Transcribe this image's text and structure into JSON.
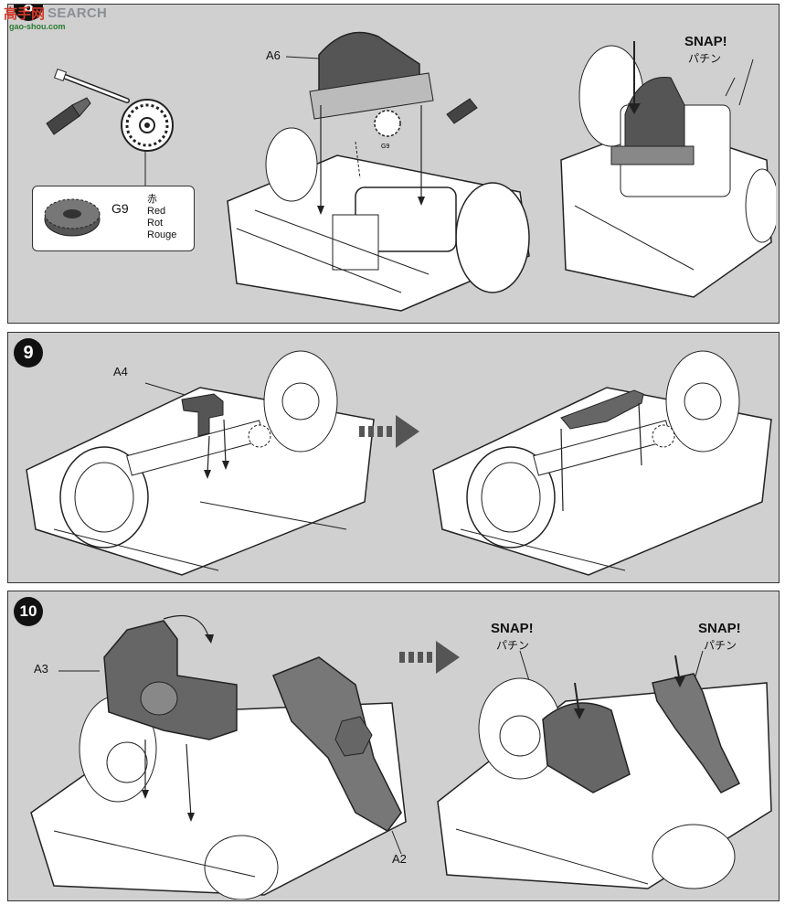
{
  "watermark": {
    "logo": "高手网",
    "text": "SEARCH",
    "sub": "gao-shou.com"
  },
  "step8": {
    "number": "8",
    "part_a6": "A6",
    "gear_label": "G9",
    "gear_tag": "G9",
    "color_ja": "赤",
    "color_en": "Red",
    "color_de": "Rot",
    "color_fr": "Rouge",
    "snap": "SNAP!",
    "snap_ja": "パチン"
  },
  "step9": {
    "number": "9",
    "part_a4": "A4"
  },
  "step10": {
    "number": "10",
    "part_a3": "A3",
    "part_a2": "A2",
    "snap_1": "SNAP!",
    "snap_1_ja": "パチン",
    "snap_2": "SNAP!",
    "snap_2_ja": "パチン"
  },
  "colors": {
    "panel": "#d0d0d0",
    "part": "#555555",
    "line": "#222222",
    "watermark": "#d23a2a"
  },
  "icons": [
    "arrow-right-icon",
    "gear-icon",
    "grease-tube-icon",
    "shaft-icon"
  ]
}
